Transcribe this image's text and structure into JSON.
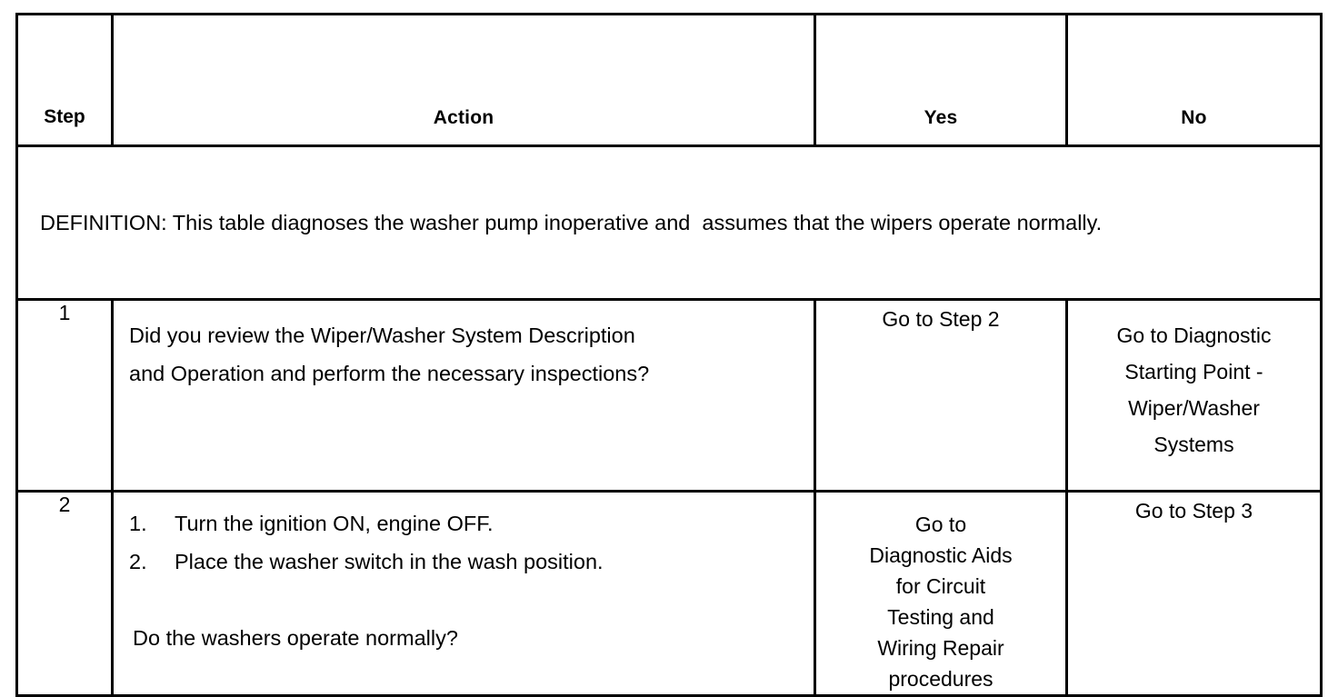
{
  "document": {
    "type": "diagnostic-table",
    "title": "Washer Pump Inoperative Diagnostic Table"
  },
  "table": {
    "headers": {
      "step": "Step",
      "action": "Action",
      "yes": "Yes",
      "no": "No"
    },
    "definition": {
      "label": "DEFINITION:",
      "text": "DEFINITION: This table diagnoses the washer pump inoperative and  assumes that the wipers operate normally."
    },
    "rows": [
      {
        "step": "1",
        "action_lines": [
          "Did you review the Wiper/Washer System Description",
          "and Operation and perform the necessary inspections?"
        ],
        "yes": "Go to Step 2",
        "no_lines": [
          "Go to Diagnostic",
          "Starting Point -",
          "Wiper/Washer",
          "Systems"
        ]
      },
      {
        "step": "2",
        "list_items": [
          {
            "marker": "1.",
            "text": "Turn the ignition ON, engine OFF."
          },
          {
            "marker": "2.",
            "text": "Place the washer switch in the wash position."
          }
        ],
        "question": "Do the washers operate normally?",
        "yes_lines": [
          "Go to",
          "Diagnostic Aids",
          "for Circuit",
          "Testing and",
          "Wiring Repair",
          "procedures"
        ],
        "no": "Go to Step 3"
      }
    ]
  },
  "colors": {
    "border": "#000000",
    "text": "#000000",
    "background": "#ffffff"
  }
}
